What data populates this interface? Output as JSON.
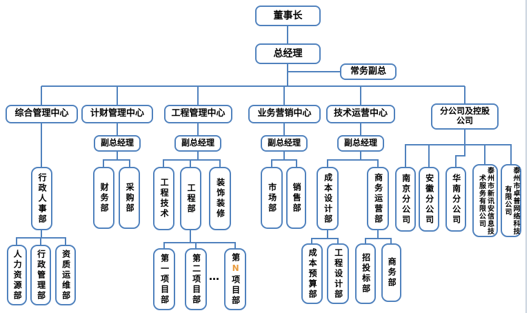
{
  "colors": {
    "line": "#4f81bd",
    "border": "#4f81bd",
    "fill": "#ffffff",
    "text": "#000000",
    "highlight_n": "#e89b3d",
    "edge_strip": "#c9d3de"
  },
  "nodes": {
    "chairman": "董事长",
    "general_manager": "总经理",
    "executive_deputy_gm": "常务副总",
    "center_admin": "综合管理中心",
    "center_finance": "计财管理中心",
    "center_engineering": "工程管理中心",
    "center_marketing": "业务营销中心",
    "center_tech_ops": "技术运营中心",
    "branches_holdings": "分公司及控股公司",
    "deputy_gm": "副总经理",
    "admin_hr_dept": "行政人事部",
    "hr_dept": "人力资源部",
    "admin_mgmt_dept": "行政管理部",
    "qualification_ops_dept": "资质运维部",
    "finance_dept": "财务部",
    "procurement_dept": "采购部",
    "eng_tech_dept": "工程技术",
    "eng_dept": "工程部",
    "decoration_dept": "装饰装修",
    "project_dept_1": "第一项目部",
    "project_dept_2": "第二项目部",
    "projects_ellipsis": "…",
    "project_dept_n_prefix": "第",
    "project_dept_n_char": "N",
    "project_dept_n_suffix": "项目部",
    "market_dept": "市场部",
    "sales_dept": "销售部",
    "cost_design_dept": "成本设计部",
    "business_ops_dept": "商务运营部",
    "cost_budget_dept": "成本预算部",
    "eng_design_dept": "工程设计部",
    "bidding_dept": "招投标部",
    "commerce_dept": "商务部",
    "nanjing_branch": "南京分公司",
    "anhui_branch": "安徽分公司",
    "south_china_branch": "华南分公司",
    "xinxunan_company": "泰州市新讯安信息技术服务有限公司",
    "zhuopu_company": "泰州市卓普网络科技有限公司"
  },
  "structure": {
    "chairman": [
      "general_manager"
    ],
    "general_manager": [
      "executive_deputy_gm",
      "center_admin",
      "center_finance",
      "center_engineering",
      "center_marketing",
      "center_tech_ops",
      "branches_holdings"
    ],
    "center_admin": [
      "admin_hr_dept"
    ],
    "admin_hr_dept": [
      "hr_dept",
      "admin_mgmt_dept",
      "qualification_ops_dept"
    ],
    "center_finance": [
      "deputy_gm",
      "finance_dept",
      "procurement_dept"
    ],
    "center_engineering": [
      "deputy_gm",
      "eng_tech_dept",
      "eng_dept",
      "decoration_dept"
    ],
    "eng_dept": [
      "project_dept_1",
      "project_dept_2",
      "project_dept_n"
    ],
    "center_marketing": [
      "deputy_gm",
      "market_dept",
      "sales_dept"
    ],
    "center_tech_ops": [
      "deputy_gm",
      "cost_design_dept",
      "business_ops_dept"
    ],
    "cost_design_dept": [
      "cost_budget_dept",
      "eng_design_dept"
    ],
    "business_ops_dept": [
      "bidding_dept",
      "commerce_dept"
    ],
    "branches_holdings": [
      "nanjing_branch",
      "anhui_branch",
      "south_china_branch",
      "xinxunan_company",
      "zhuopu_company"
    ]
  }
}
